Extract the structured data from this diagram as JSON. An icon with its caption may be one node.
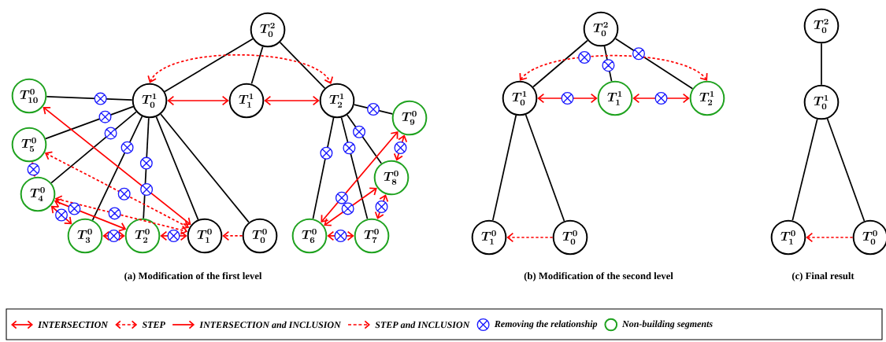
{
  "diagram": {
    "nodes": [
      {
        "text": [
          "T_0^2"
        ]
      },
      {
        "text": [
          "T_0^1"
        ]
      },
      {
        "text": [
          "T_1^1"
        ]
      },
      {
        "text": [
          "T_2^1"
        ]
      },
      {
        "text": [
          "T_{10}^0"
        ]
      },
      {
        "text": [
          "T_9^0"
        ]
      },
      {
        "text": [
          "T_5^0"
        ]
      },
      {
        "text": [
          "T_8^0"
        ]
      },
      {
        "text": [
          "T_4^0"
        ]
      },
      {
        "text": [
          "T_3^0"
        ]
      },
      {
        "text": [
          "T_2^0"
        ]
      },
      {
        "text": [
          "T_1^0"
        ]
      },
      {
        "text": [
          "T_0^0"
        ]
      },
      {
        "text": [
          "T_6^0"
        ]
      },
      {
        "text": [
          "T_7^0"
        ]
      },
      {
        "text": [
          "T_0^2"
        ]
      },
      {
        "text": [
          "T_0^1"
        ]
      },
      {
        "text": [
          "T_1^1"
        ]
      },
      {
        "text": [
          "T_2^1"
        ]
      },
      {
        "text": [
          "T_1^0"
        ]
      },
      {
        "text": [
          "T_0^0"
        ]
      },
      {
        "text": [
          "T_0^2"
        ]
      },
      {
        "text": [
          "T_0^1"
        ]
      },
      {
        "text": [
          "T_1^0"
        ]
      },
      {
        "text": [
          "T_0^0"
        ]
      }
    ],
    "edges": [
      {
        "from": 0,
        "to": 1,
        "arrow": "none"
      },
      {
        "from": 0,
        "to": 2,
        "arrow": "none"
      },
      {
        "from": 0,
        "to": 3,
        "arrow": "none"
      },
      {
        "from": 1,
        "to": 2,
        "arrow": "both",
        "color": "#ff0000"
      },
      {
        "from": 2,
        "to": 3,
        "arrow": "both",
        "color": "#ff0000"
      },
      {
        "from": 1,
        "to": 3,
        "arrow": "both",
        "style": "dashed",
        "color": "#ff0000"
      },
      {
        "from": 1,
        "to": 4,
        "arrow": "none"
      },
      {
        "from": 1,
        "to": 6,
        "arrow": "none"
      },
      {
        "from": 1,
        "to": 8,
        "arrow": "none"
      },
      {
        "from": 1,
        "to": 9,
        "arrow": "none"
      },
      {
        "from": 1,
        "to": 10,
        "arrow": "none"
      },
      {
        "from": 1,
        "to": 11,
        "arrow": "none"
      },
      {
        "from": 1,
        "to": 12,
        "arrow": "none"
      },
      {
        "from": 3,
        "to": 5,
        "arrow": "none"
      },
      {
        "from": 3,
        "to": 13,
        "arrow": "none"
      },
      {
        "from": 3,
        "to": 14,
        "arrow": "none"
      },
      {
        "from": 3,
        "to": 7,
        "arrow": "none"
      },
      {
        "from": 11,
        "to": 4,
        "arrow": "both",
        "color": "#ff0000"
      },
      {
        "from": 6,
        "to": 11,
        "arrow": "both",
        "style": "dashed",
        "color": "#ff0000"
      },
      {
        "from": 8,
        "to": 11,
        "arrow": "both",
        "style": "dashed",
        "color": "#ff0000"
      },
      {
        "from": 6,
        "to": 8,
        "arrow": "both",
        "color": "#ff0000"
      },
      {
        "from": 8,
        "to": 10,
        "arrow": "both",
        "color": "#ff0000"
      },
      {
        "from": 8,
        "to": 9,
        "arrow": "both",
        "color": "#ff0000"
      },
      {
        "from": 9,
        "to": 10,
        "arrow": "both",
        "color": "#ff0000"
      },
      {
        "from": 10,
        "to": 11,
        "arrow": "both",
        "color": "#ff0000"
      },
      {
        "from": 12,
        "to": 11,
        "arrow": "to",
        "style": "dashed",
        "color": "#ff0000"
      },
      {
        "from": 13,
        "to": 5,
        "arrow": "both",
        "color": "#ff0000"
      },
      {
        "from": 13,
        "to": 7,
        "arrow": "both",
        "color": "#ff0000"
      },
      {
        "from": 13,
        "to": 14,
        "arrow": "both",
        "color": "#ff0000"
      },
      {
        "from": 14,
        "to": 7,
        "arrow": "both",
        "color": "#ff0000"
      },
      {
        "from": 7,
        "to": 5,
        "arrow": "both",
        "color": "#ff0000"
      },
      {
        "from": 15,
        "to": 16,
        "arrow": "none"
      },
      {
        "from": 15,
        "to": 17,
        "arrow": "none"
      },
      {
        "from": 15,
        "to": 18,
        "arrow": "none"
      },
      {
        "from": 16,
        "to": 17,
        "arrow": "both",
        "color": "#ff0000"
      },
      {
        "from": 17,
        "to": 18,
        "arrow": "both",
        "color": "#ff0000"
      },
      {
        "from": 16,
        "to": 18,
        "arrow": "both",
        "style": "dashed",
        "color": "#ff0000"
      },
      {
        "from": 16,
        "to": 19,
        "arrow": "none"
      },
      {
        "from": 16,
        "to": 20,
        "arrow": "none"
      },
      {
        "from": 20,
        "to": 19,
        "arrow": "to",
        "style": "dashed",
        "color": "#ff0000"
      },
      {
        "from": 21,
        "to": 22,
        "arrow": "none"
      },
      {
        "from": 22,
        "to": 23,
        "arrow": "none"
      },
      {
        "from": 22,
        "to": 24,
        "arrow": "none"
      },
      {
        "from": 24,
        "to": 23,
        "arrow": "to",
        "style": "dashed",
        "color": "#ff0000"
      }
    ],
    "labels": [
      "(a) Modification of the first level",
      "(b) Modification of the second level",
      "(c) Final result"
    ],
    "legend": [
      {
        "text": "INTERSECTION"
      },
      {
        "text": "STEP"
      },
      {
        "text": "INTERSECTION and INCLUSION"
      },
      {
        "text": "STEP and INCLUSION"
      },
      {
        "text": "Removing the relationship"
      },
      {
        "text": "Non-building segments"
      }
    ]
  }
}
